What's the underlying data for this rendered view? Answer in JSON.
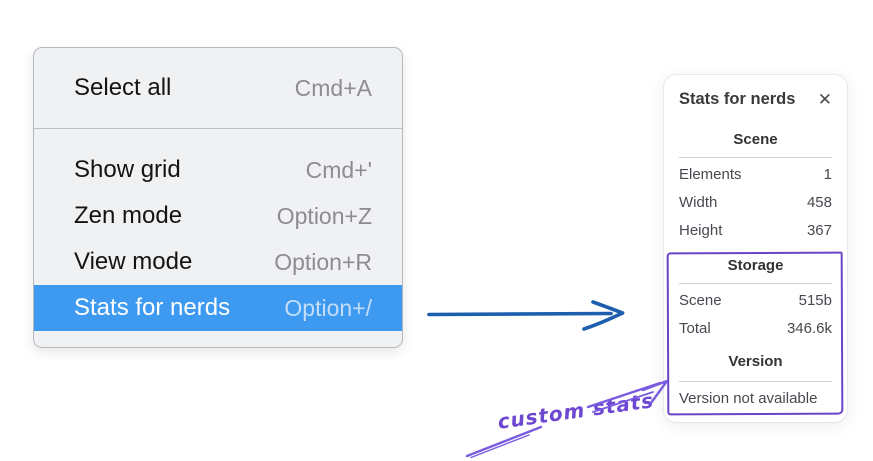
{
  "menu": {
    "sections": [
      {
        "items": [
          {
            "label": "Select all",
            "shortcut": "Cmd+A"
          }
        ]
      },
      {
        "items": [
          {
            "label": "Show grid",
            "shortcut": "Cmd+'"
          },
          {
            "label": "Zen mode",
            "shortcut": "Option+Z"
          },
          {
            "label": "View mode",
            "shortcut": "Option+R"
          },
          {
            "label": "Stats for nerds",
            "shortcut": "Option+/"
          }
        ]
      }
    ],
    "selected_item": "Stats for nerds"
  },
  "panel": {
    "title": "Stats for nerds",
    "close_icon": "✕",
    "scene": {
      "heading": "Scene",
      "rows": [
        {
          "label": "Elements",
          "value": "1"
        },
        {
          "label": "Width",
          "value": "458"
        },
        {
          "label": "Height",
          "value": "367"
        }
      ]
    },
    "storage": {
      "heading": "Storage",
      "rows": [
        {
          "label": "Scene",
          "value": "515b"
        },
        {
          "label": "Total",
          "value": "346.6k"
        }
      ]
    },
    "version": {
      "heading": "Version",
      "note": "Version not available"
    }
  },
  "annotation": {
    "label": "custom stats"
  },
  "colors": {
    "menu_highlight": "#3e9af0",
    "arrow_blue": "#1d5fae",
    "annotation_purple": "#7a5ce0",
    "box_purple": "#6a45c8"
  }
}
